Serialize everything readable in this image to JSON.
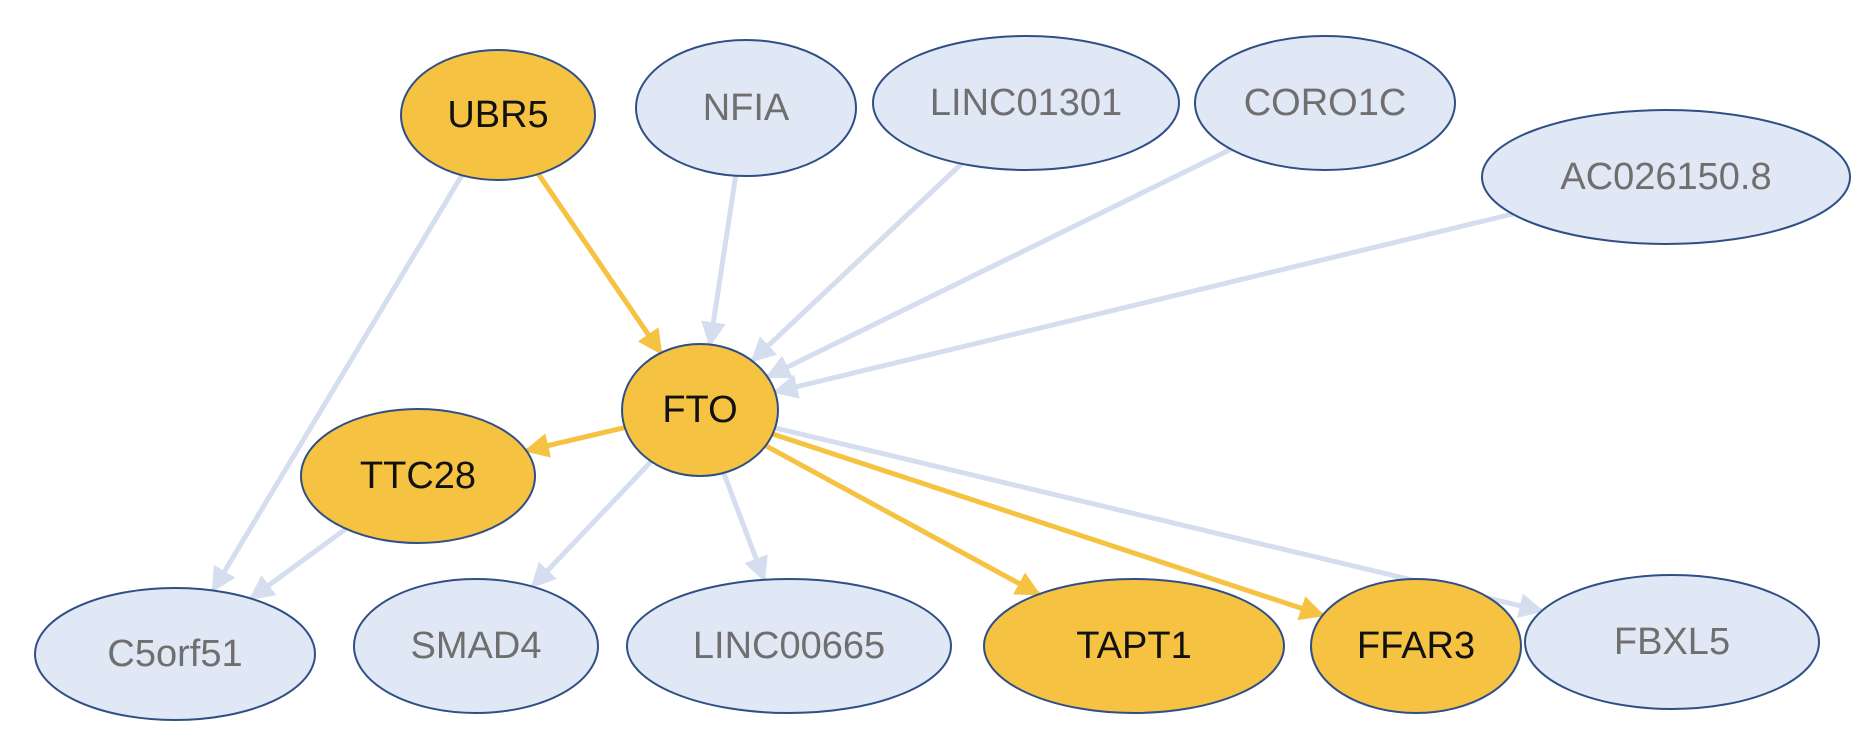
{
  "colors": {
    "highlight_fill": "#f5c242",
    "normal_fill": "#dfe8f4",
    "node_stroke": "#2f4f86",
    "highlight_edge": "#f5c242",
    "normal_edge": "#d5deef",
    "highlight_text": "#111111",
    "normal_text": "#6f6f6f"
  },
  "nodes": [
    {
      "id": "UBR5",
      "label": "UBR5",
      "highlighted": true
    },
    {
      "id": "NFIA",
      "label": "NFIA",
      "highlighted": false
    },
    {
      "id": "LINC01301",
      "label": "LINC01301",
      "highlighted": false
    },
    {
      "id": "CORO1C",
      "label": "CORO1C",
      "highlighted": false
    },
    {
      "id": "AC026150.8",
      "label": "AC026150.8",
      "highlighted": false
    },
    {
      "id": "FTO",
      "label": "FTO",
      "highlighted": true
    },
    {
      "id": "TTC28",
      "label": "TTC28",
      "highlighted": true
    },
    {
      "id": "C5orf51",
      "label": "C5orf51",
      "highlighted": false
    },
    {
      "id": "SMAD4",
      "label": "SMAD4",
      "highlighted": false
    },
    {
      "id": "LINC00665",
      "label": "LINC00665",
      "highlighted": false
    },
    {
      "id": "TAPT1",
      "label": "TAPT1",
      "highlighted": true
    },
    {
      "id": "FFAR3",
      "label": "FFAR3",
      "highlighted": true
    },
    {
      "id": "FBXL5",
      "label": "FBXL5",
      "highlighted": false
    }
  ],
  "edges": [
    {
      "from": "UBR5",
      "to": "FTO",
      "highlighted": true
    },
    {
      "from": "UBR5",
      "to": "C5orf51",
      "highlighted": false
    },
    {
      "from": "NFIA",
      "to": "FTO",
      "highlighted": false
    },
    {
      "from": "LINC01301",
      "to": "FTO",
      "highlighted": false
    },
    {
      "from": "CORO1C",
      "to": "FTO",
      "highlighted": false
    },
    {
      "from": "AC026150.8",
      "to": "FTO",
      "highlighted": false
    },
    {
      "from": "FTO",
      "to": "TTC28",
      "highlighted": true
    },
    {
      "from": "FTO",
      "to": "SMAD4",
      "highlighted": false
    },
    {
      "from": "FTO",
      "to": "LINC00665",
      "highlighted": false
    },
    {
      "from": "FTO",
      "to": "TAPT1",
      "highlighted": true
    },
    {
      "from": "FTO",
      "to": "FFAR3",
      "highlighted": true
    },
    {
      "from": "FTO",
      "to": "FBXL5",
      "highlighted": false
    },
    {
      "from": "TTC28",
      "to": "C5orf51",
      "highlighted": false
    }
  ]
}
